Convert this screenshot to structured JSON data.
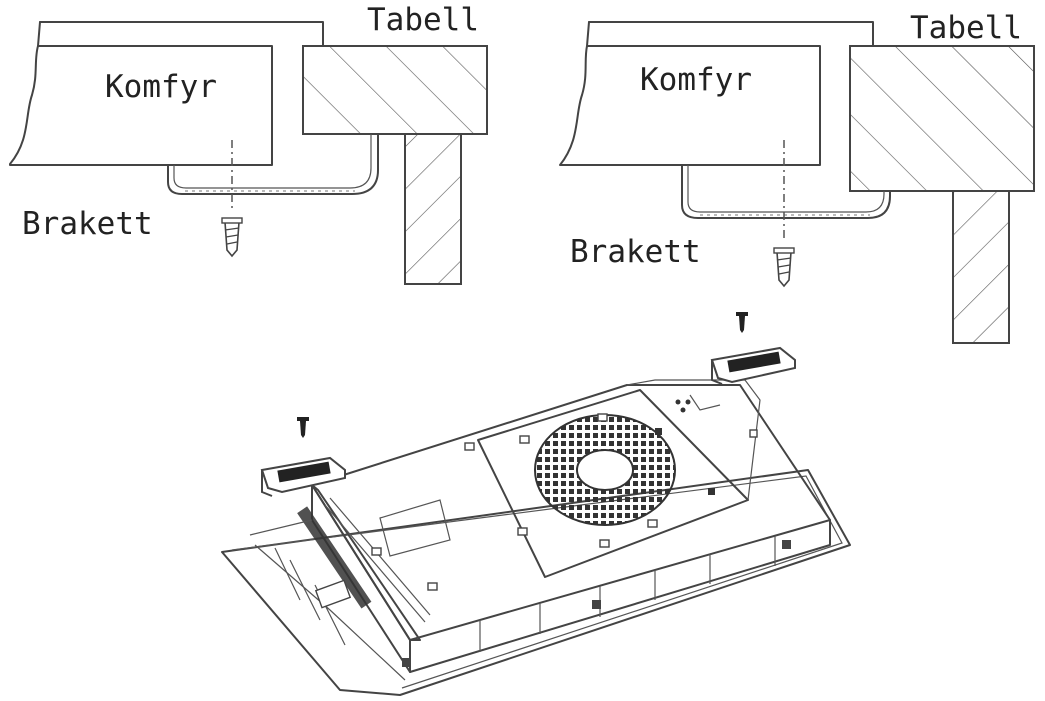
{
  "figure": {
    "left_panel": {
      "hob_label": "Komfyr",
      "countertop_label": "Tabell",
      "bracket_label": "Brakett"
    },
    "right_panel": {
      "hob_label": "Komfyr",
      "countertop_label": "Tabell",
      "bracket_label": "Brakett"
    }
  },
  "colors": {
    "line": "#444444",
    "background": "#ffffff"
  }
}
